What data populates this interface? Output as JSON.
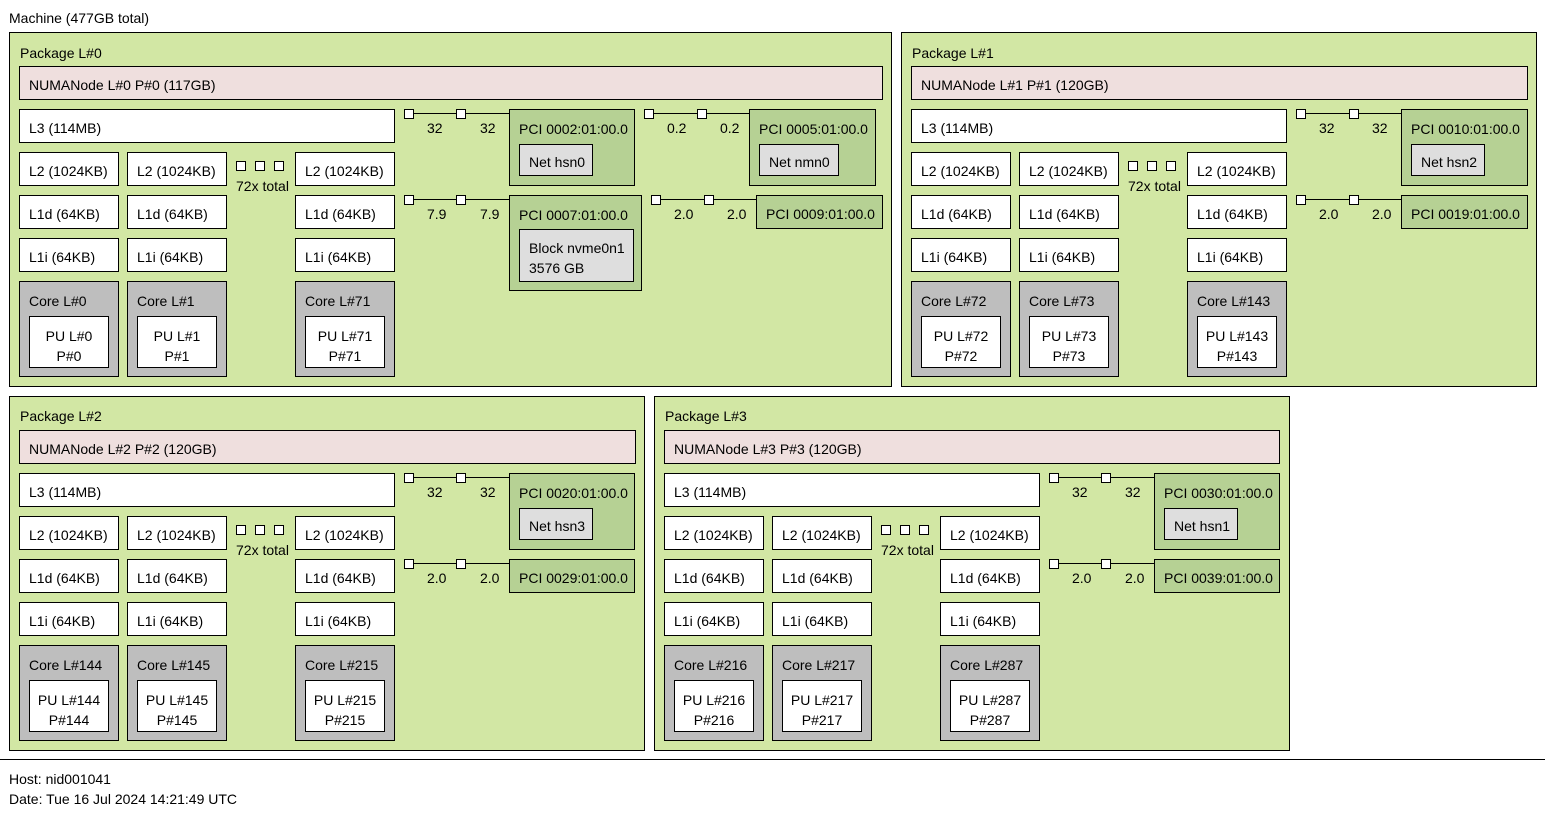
{
  "machine": {
    "label": "Machine (477GB total)"
  },
  "packages": [
    {
      "label": "Package L#0",
      "numa": "NUMANode L#0 P#0 (117GB)",
      "l3": "L3 (114MB)",
      "l2": [
        "L2 (1024KB)",
        "L2 (1024KB)",
        "L2 (1024KB)"
      ],
      "l1d": [
        "L1d (64KB)",
        "L1d (64KB)",
        "L1d (64KB)"
      ],
      "l1i": [
        "L1i (64KB)",
        "L1i (64KB)",
        "L1i (64KB)"
      ],
      "total": "72x total",
      "cores": [
        {
          "core": "Core L#0",
          "pu1": "PU L#0",
          "pu2": "P#0"
        },
        {
          "core": "Core L#1",
          "pu1": "PU L#1",
          "pu2": "P#1"
        },
        {
          "core": "Core L#71",
          "pu1": "PU L#71",
          "pu2": "P#71"
        }
      ],
      "pci": [
        {
          "bw_a": "32",
          "bw_b": "32",
          "label": "PCI 0002:01:00.0",
          "device": "Net hsn0"
        },
        {
          "bw_a": "0.2",
          "bw_b": "0.2",
          "label": "PCI 0005:01:00.0",
          "device": "Net nmn0"
        },
        {
          "bw_a": "7.9",
          "bw_b": "7.9",
          "label": "PCI 0007:01:00.0",
          "device": "Block nvme0n1",
          "device2": "3576 GB"
        },
        {
          "bw_a": "2.0",
          "bw_b": "2.0",
          "label": "PCI 0009:01:00.0"
        }
      ]
    },
    {
      "label": "Package L#1",
      "numa": "NUMANode L#1 P#1 (120GB)",
      "l3": "L3 (114MB)",
      "l2": [
        "L2 (1024KB)",
        "L2 (1024KB)",
        "L2 (1024KB)"
      ],
      "l1d": [
        "L1d (64KB)",
        "L1d (64KB)",
        "L1d (64KB)"
      ],
      "l1i": [
        "L1i (64KB)",
        "L1i (64KB)",
        "L1i (64KB)"
      ],
      "total": "72x total",
      "cores": [
        {
          "core": "Core L#72",
          "pu1": "PU L#72",
          "pu2": "P#72"
        },
        {
          "core": "Core L#73",
          "pu1": "PU L#73",
          "pu2": "P#73"
        },
        {
          "core": "Core L#143",
          "pu1": "PU L#143",
          "pu2": "P#143"
        }
      ],
      "pci": [
        {
          "bw_a": "32",
          "bw_b": "32",
          "label": "PCI 0010:01:00.0",
          "device": "Net hsn2"
        },
        {
          "bw_a": "2.0",
          "bw_b": "2.0",
          "label": "PCI 0019:01:00.0"
        }
      ]
    },
    {
      "label": "Package L#2",
      "numa": "NUMANode L#2 P#2 (120GB)",
      "l3": "L3 (114MB)",
      "l2": [
        "L2 (1024KB)",
        "L2 (1024KB)",
        "L2 (1024KB)"
      ],
      "l1d": [
        "L1d (64KB)",
        "L1d (64KB)",
        "L1d (64KB)"
      ],
      "l1i": [
        "L1i (64KB)",
        "L1i (64KB)",
        "L1i (64KB)"
      ],
      "total": "72x total",
      "cores": [
        {
          "core": "Core L#144",
          "pu1": "PU L#144",
          "pu2": "P#144"
        },
        {
          "core": "Core L#145",
          "pu1": "PU L#145",
          "pu2": "P#145"
        },
        {
          "core": "Core L#215",
          "pu1": "PU L#215",
          "pu2": "P#215"
        }
      ],
      "pci": [
        {
          "bw_a": "32",
          "bw_b": "32",
          "label": "PCI 0020:01:00.0",
          "device": "Net hsn3"
        },
        {
          "bw_a": "2.0",
          "bw_b": "2.0",
          "label": "PCI 0029:01:00.0"
        }
      ]
    },
    {
      "label": "Package L#3",
      "numa": "NUMANode L#3 P#3 (120GB)",
      "l3": "L3 (114MB)",
      "l2": [
        "L2 (1024KB)",
        "L2 (1024KB)",
        "L2 (1024KB)"
      ],
      "l1d": [
        "L1d (64KB)",
        "L1d (64KB)",
        "L1d (64KB)"
      ],
      "l1i": [
        "L1i (64KB)",
        "L1i (64KB)",
        "L1i (64KB)"
      ],
      "total": "72x total",
      "cores": [
        {
          "core": "Core L#216",
          "pu1": "PU L#216",
          "pu2": "P#216"
        },
        {
          "core": "Core L#217",
          "pu1": "PU L#217",
          "pu2": "P#217"
        },
        {
          "core": "Core L#287",
          "pu1": "PU L#287",
          "pu2": "P#287"
        }
      ],
      "pci": [
        {
          "bw_a": "32",
          "bw_b": "32",
          "label": "PCI 0030:01:00.0",
          "device": "Net hsn1"
        },
        {
          "bw_a": "2.0",
          "bw_b": "2.0",
          "label": "PCI 0039:01:00.0"
        }
      ]
    }
  ],
  "footer": {
    "host": "Host: nid001041",
    "date": "Date: Tue 16 Jul 2024 14:21:49 UTC"
  }
}
